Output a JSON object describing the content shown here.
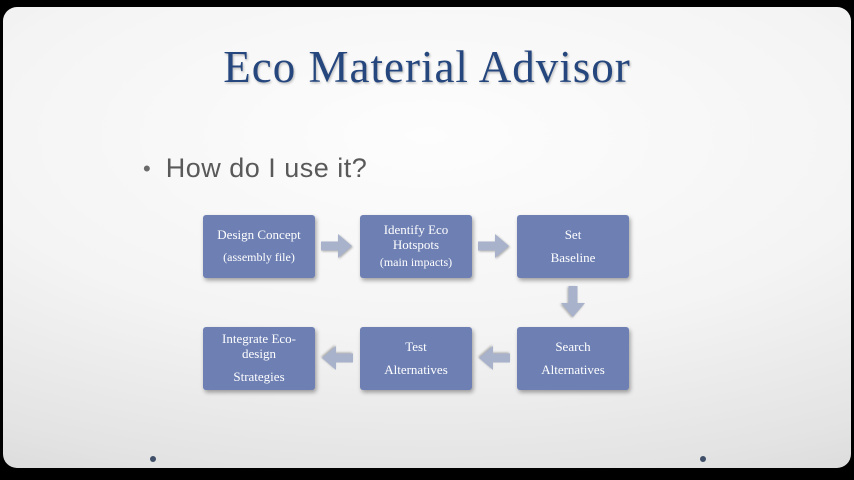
{
  "slide": {
    "title": "Eco Material Advisor",
    "bullet_char": "•",
    "bullet_text": "How do I use it?",
    "colors": {
      "title": "#26477E",
      "bullet_text": "#595959",
      "box_fill": "#6D7FB3",
      "box_text": "#FFFFFF",
      "arrow_fill": "#A8B2CB",
      "slide_background": "#F4F4F4",
      "frame_background": "#000000",
      "dot": "#3F4F68"
    },
    "flow": {
      "boxes": [
        {
          "line1": "Design Concept",
          "line2": "(assembly file)"
        },
        {
          "line1": "Identify Eco Hotspots",
          "line2": "(main impacts)"
        },
        {
          "line1": "Set",
          "line2": "Baseline"
        },
        {
          "line1": "Search",
          "line2": "Alternatives"
        },
        {
          "line1": "Test",
          "line2": "Alternatives"
        },
        {
          "line1": "Integrate Eco-design",
          "line2": "Strategies"
        }
      ],
      "arrow_names": [
        "right",
        "right",
        "down",
        "left",
        "left"
      ]
    }
  }
}
